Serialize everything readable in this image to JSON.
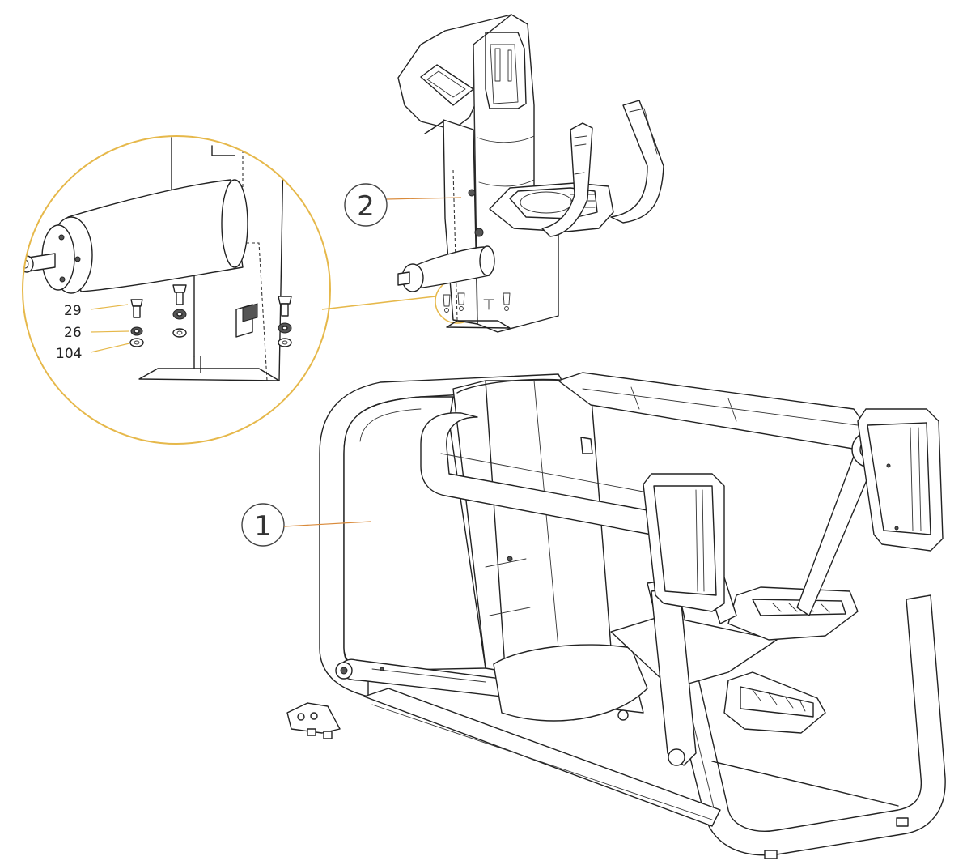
{
  "colors": {
    "accent": "#E6B84A",
    "leader_line": "#D98A3A",
    "line": "#222222"
  },
  "callouts": {
    "main_frame": "1",
    "upper_console": "2"
  },
  "detail_parts": {
    "bolt": "29",
    "lock_washer": "26",
    "flat_washer": "104"
  }
}
